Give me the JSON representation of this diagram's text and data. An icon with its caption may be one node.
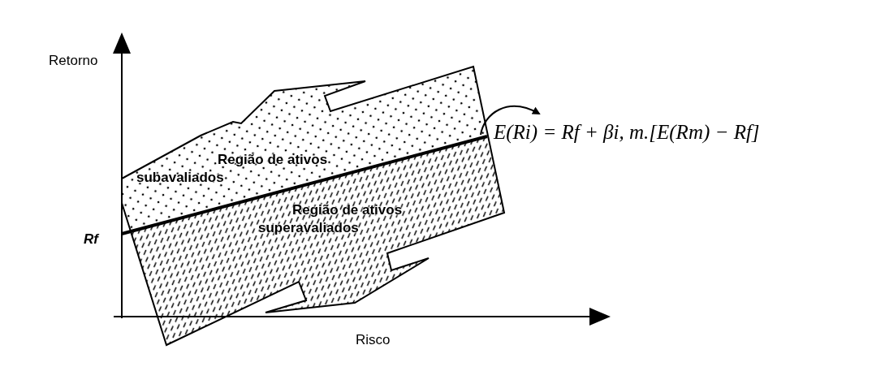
{
  "diagram": {
    "nodes": [
      {
        "text": [
          "E(Ri) = Rf + βi, m.[E(Rm) − Rf]"
        ]
      },
      {
        "text": [],
        "shape": "line"
      }
    ],
    "edges": [
      {
        "from": 1,
        "to": 0,
        "arrow": "to"
      }
    ],
    "labels": [
      "Retorno",
      "Região de ativos subavaliados",
      "Rf",
      "Região de ativos superavaliados",
      "Risco"
    ]
  }
}
